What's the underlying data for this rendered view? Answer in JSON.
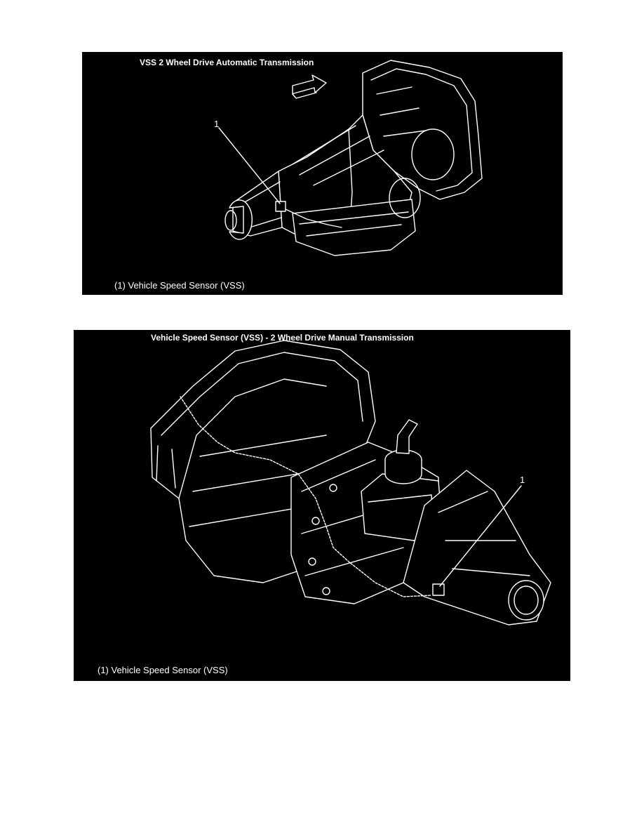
{
  "figures": [
    {
      "title": "VSS 2 Wheel Drive Automatic Transmission",
      "callout": "1",
      "caption": "(1) Vehicle Speed Sensor (VSS)",
      "illustration": "automatic-transmission-drawing"
    },
    {
      "title": "Vehicle Speed Sensor (VSS) - 2 Wheel Drive Manual Transmission",
      "callout": "1",
      "caption": "(1) Vehicle Speed Sensor (VSS)",
      "illustration": "manual-transmission-drawing"
    }
  ],
  "colors": {
    "figure_background": "#000000",
    "line_art": "#ffffff",
    "page": "#ffffff"
  }
}
